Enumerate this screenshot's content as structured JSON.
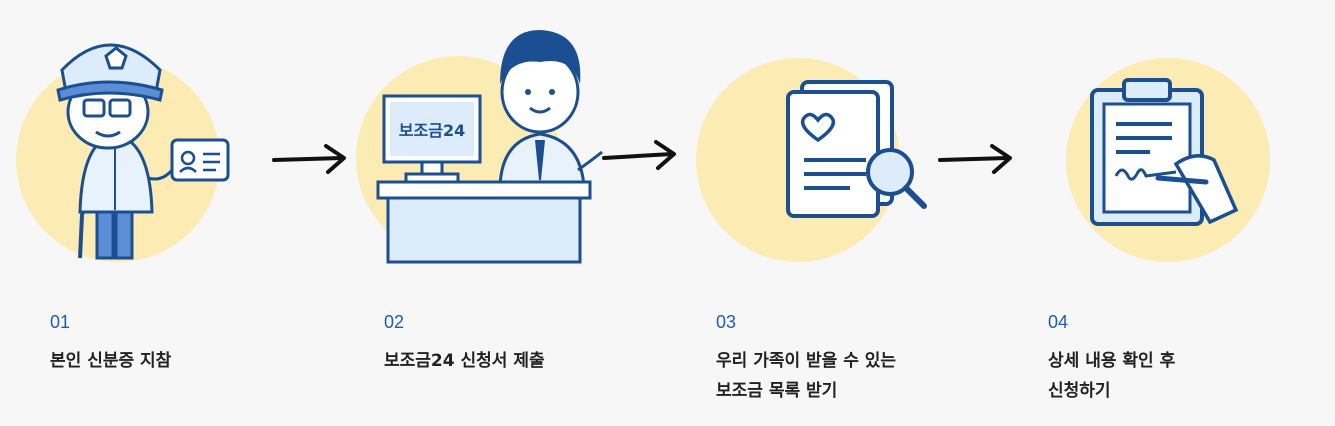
{
  "colors": {
    "accent": "#1a5fb4",
    "outline": "#1b4f91",
    "circle_bg": "#fdebb4",
    "fill_light": "#dcecfa"
  },
  "steps": [
    {
      "number": "01",
      "lines": [
        "본인 신분증 지참"
      ],
      "icon": "elderly-man-with-id-card-icon"
    },
    {
      "number": "02",
      "lines": [
        "보조금24 신청서 제출"
      ],
      "icon": "clerk-at-desk-icon",
      "monitor_label": "보조금24"
    },
    {
      "number": "03",
      "lines": [
        "우리 가족이 받을 수 있는",
        "보조금 목록 받기"
      ],
      "icon": "document-search-icon"
    },
    {
      "number": "04",
      "lines": [
        "상세 내용 확인 후",
        "신청하기"
      ],
      "icon": "clipboard-sign-icon"
    }
  ]
}
